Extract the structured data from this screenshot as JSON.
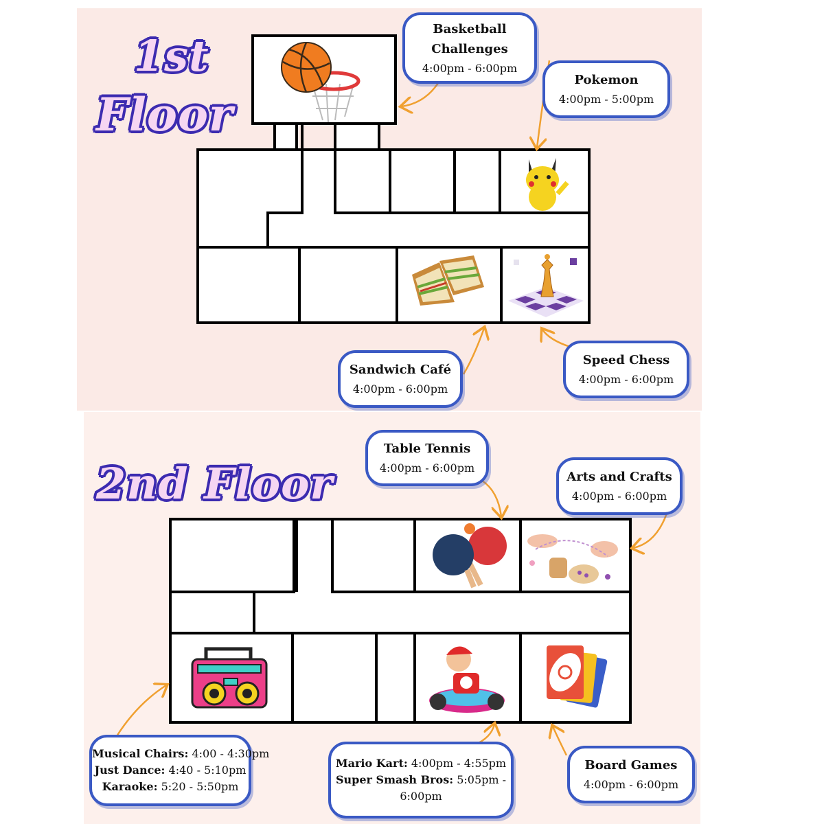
{
  "floor1": {
    "title_line1": "1st",
    "title_line2": "Floor",
    "activities": [
      {
        "name": "Basketball Challenges",
        "name_line1": "Basketball",
        "name_line2": "Challenges",
        "time": "4:00pm - 6:00pm",
        "icon": "basketball-hoop-icon"
      },
      {
        "name": "Pokemon",
        "time": "4:00pm - 5:00pm",
        "icon": "pikachu-icon"
      },
      {
        "name": "Sandwich Café",
        "time": "4:00pm - 6:00pm",
        "icon": "sandwich-icon"
      },
      {
        "name": "Speed Chess",
        "time": "4:00pm - 6:00pm",
        "icon": "chess-icon"
      }
    ]
  },
  "floor2": {
    "title": "2nd Floor",
    "activities": [
      {
        "name": "Table Tennis",
        "time": "4:00pm - 6:00pm",
        "icon": "ping-pong-paddles-icon"
      },
      {
        "name": "Arts and Crafts",
        "time": "4:00pm - 6:00pm",
        "icon": "beading-craft-icon"
      },
      {
        "name": "Board Games",
        "time": "4:00pm - 6:00pm",
        "icon": "uno-cards-icon"
      }
    ],
    "music_room": {
      "icon": "boombox-icon",
      "entries": [
        {
          "name": "Musical Chairs:",
          "time": "4:00 - 4:30pm"
        },
        {
          "name": "Just Dance:",
          "time": "4:40 - 5:10pm"
        },
        {
          "name": "Karaoke:",
          "time": "5:20 - 5:50pm"
        }
      ]
    },
    "gaming_room": {
      "icon": "mario-kart-icon",
      "entries": [
        {
          "name": "Mario Kart:",
          "time": "4:00pm - 4:55pm"
        },
        {
          "name": "Super Smash Bros:",
          "time": "5:05pm -",
          "time_cont": "6:00pm"
        }
      ]
    }
  },
  "colors": {
    "wall": "#000000",
    "box_border": "#3a59c4",
    "arrow": "#f0a030",
    "background": "#fbeae6",
    "title_fill": "#f6d6f2",
    "title_outline": "#3c2bb0"
  }
}
